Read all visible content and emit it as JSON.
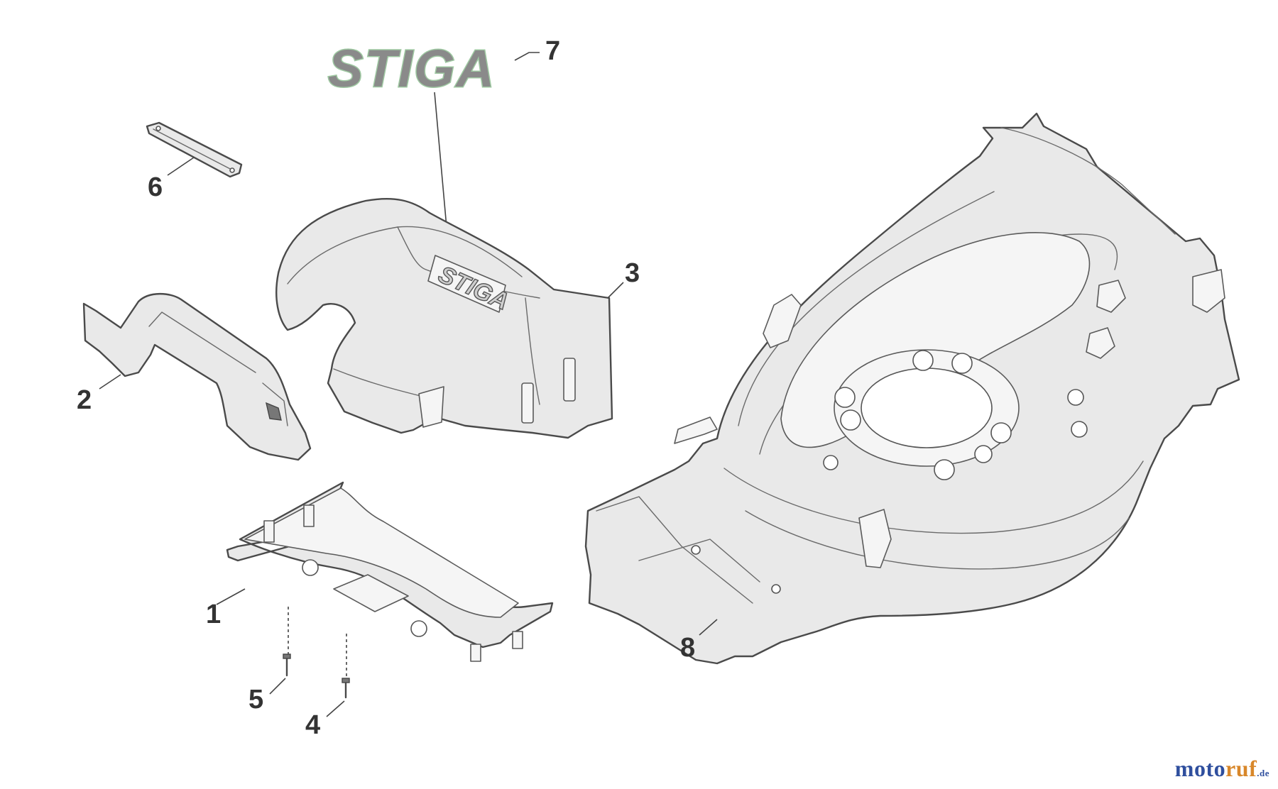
{
  "diagram": {
    "brand_logo_text": "STIGA",
    "decal_text": "STIGA",
    "callouts": [
      {
        "id": "1",
        "label": "1"
      },
      {
        "id": "2",
        "label": "2"
      },
      {
        "id": "3",
        "label": "3"
      },
      {
        "id": "4",
        "label": "4"
      },
      {
        "id": "5",
        "label": "5"
      },
      {
        "id": "6",
        "label": "6"
      },
      {
        "id": "7",
        "label": "7"
      },
      {
        "id": "8",
        "label": "8"
      }
    ]
  },
  "watermark": {
    "part_a": "moto",
    "part_b": "ruf",
    "part_c": ".de"
  },
  "colors": {
    "line": "#4a4a4a",
    "logo_outline": "#9fc9a2",
    "watermark_blue": "#2f4f9e",
    "watermark_orange": "#d8872a"
  }
}
